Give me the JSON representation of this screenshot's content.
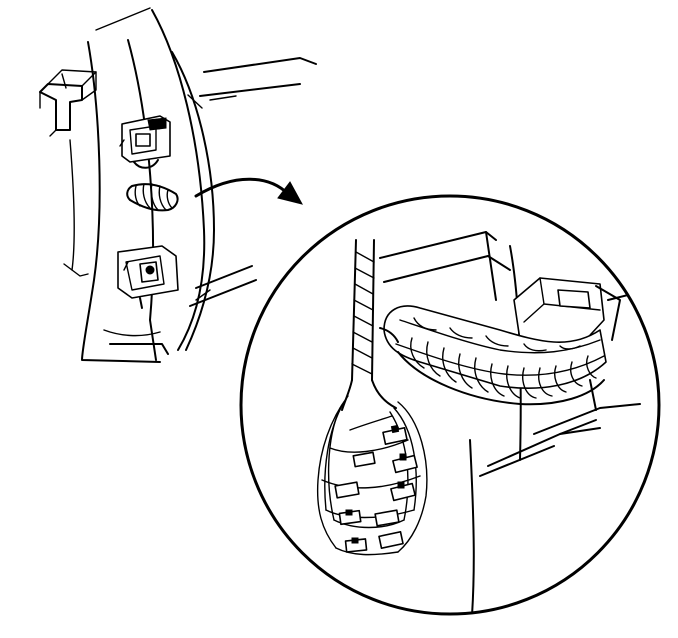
{
  "figure": {
    "kind": "technical-line-drawing",
    "subject": "door-hinge-wiring-harness",
    "colors": {
      "ink": "#000000",
      "paper": "#ffffff"
    },
    "icons": [
      "door-panel",
      "hinge",
      "harness-grommet",
      "callout-arrow",
      "detail-magnifier-circle",
      "wire-connector"
    ]
  }
}
